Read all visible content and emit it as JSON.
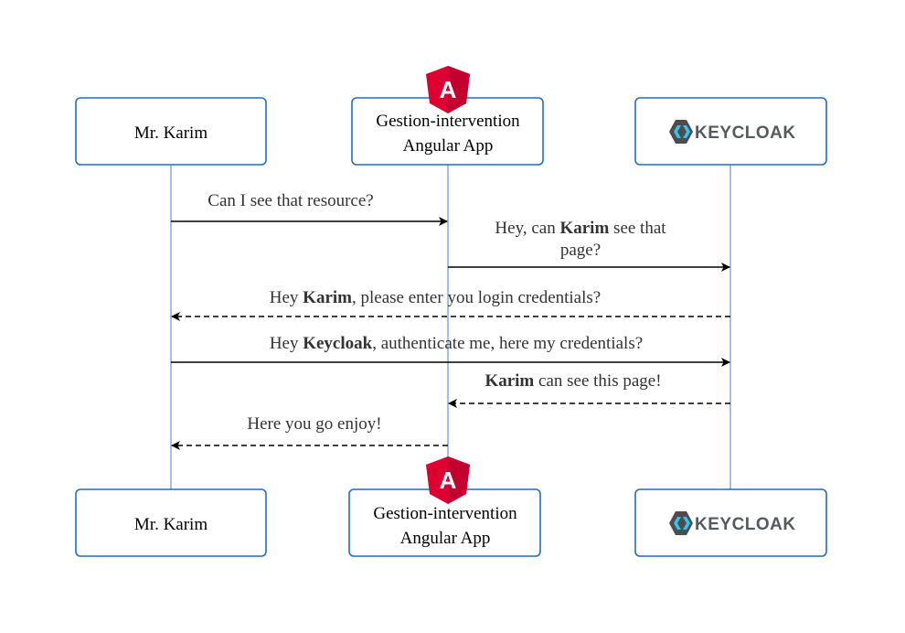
{
  "participants": {
    "user": {
      "label": "Mr. Karim"
    },
    "app": {
      "label_line1": "Gestion-intervention",
      "label_line2": "Angular App",
      "icon": "angular-logo-icon",
      "icon_letter": "A"
    },
    "keycloak": {
      "logo_text": "KEYCLOAK",
      "icon": "keycloak-logo-icon"
    }
  },
  "messages": [
    {
      "id": "m1",
      "from": "user",
      "to": "app",
      "style": "solid",
      "parts": [
        {
          "text": "Can I see that resource?",
          "bold": false
        }
      ]
    },
    {
      "id": "m2",
      "from": "app",
      "to": "keycloak",
      "style": "solid",
      "line1": [
        {
          "text": "Hey, can ",
          "bold": false
        },
        {
          "text": "Karim",
          "bold": true
        },
        {
          "text": " see that",
          "bold": false
        }
      ],
      "line2": [
        {
          "text": "page?",
          "bold": false
        }
      ]
    },
    {
      "id": "m3",
      "from": "keycloak",
      "to": "user",
      "style": "dashed",
      "parts": [
        {
          "text": "Hey ",
          "bold": false
        },
        {
          "text": "Karim",
          "bold": true
        },
        {
          "text": ", please enter you login credentials?",
          "bold": false
        }
      ]
    },
    {
      "id": "m4",
      "from": "user",
      "to": "keycloak",
      "style": "solid",
      "parts": [
        {
          "text": "Hey ",
          "bold": false
        },
        {
          "text": "Keycloak",
          "bold": true
        },
        {
          "text": ", authenticate me, here my credentials?",
          "bold": false
        }
      ]
    },
    {
      "id": "m5",
      "from": "keycloak",
      "to": "app",
      "style": "dashed",
      "parts": [
        {
          "text": "Karim",
          "bold": true
        },
        {
          "text": " can see this page!",
          "bold": false
        }
      ]
    },
    {
      "id": "m6",
      "from": "app",
      "to": "user",
      "style": "dashed",
      "parts": [
        {
          "text": "Here you go enjoy!",
          "bold": false
        }
      ]
    }
  ],
  "colors": {
    "box_border": "#1f6cc7",
    "lifeline": "#4a7fcf",
    "angular_red": "#dd0031",
    "angular_dark": "#c3002f",
    "keycloak_grey": "#555a5e",
    "keycloak_blue": "#33c3f0"
  }
}
